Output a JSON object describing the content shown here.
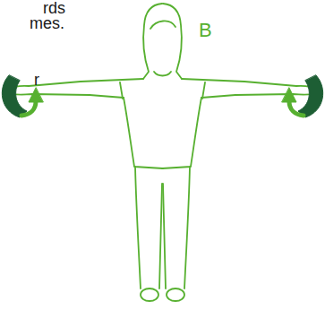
{
  "diagram": {
    "labels": [
      "rds",
      "mes.",
      "r",
      "B"
    ]
  }
}
